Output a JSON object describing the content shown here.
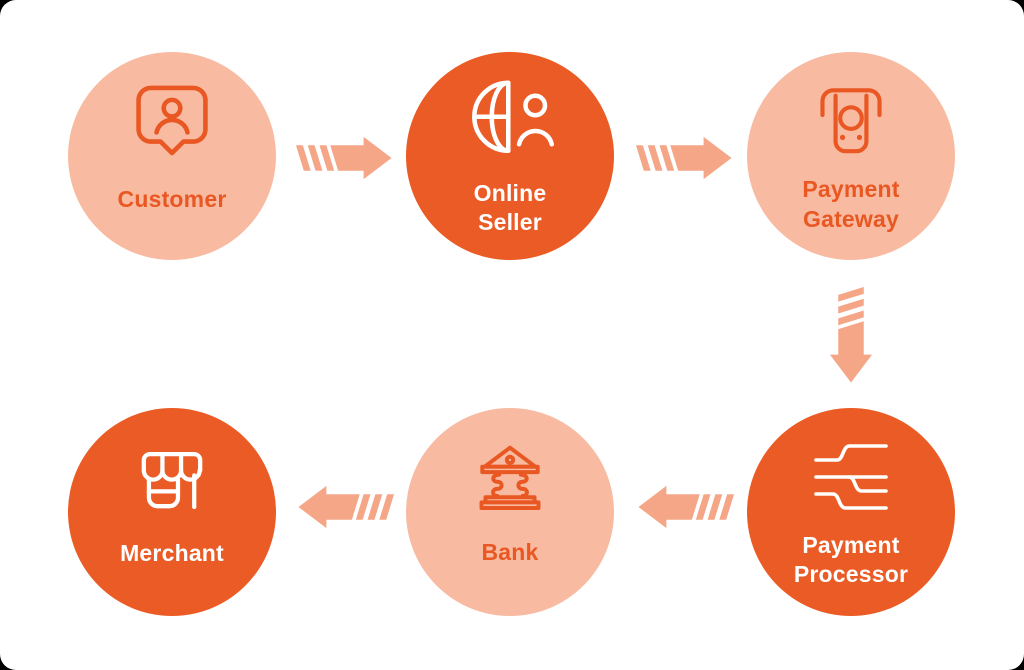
{
  "colors": {
    "background": "#000000",
    "surface": "#FFFFFF",
    "orange": "#EB5B25",
    "peach": "#F8BBA2",
    "arrow": "#F4A687",
    "text_on_solid": "#FFFFFF",
    "text_on_peach": "#E95722"
  },
  "diagram": {
    "type": "payment-flow",
    "nodes": [
      {
        "label": "Customer",
        "icon": "chat-user-icon",
        "variant": "peach"
      },
      {
        "label": "Online\nSeller",
        "icon": "globe-user-icon",
        "variant": "orange"
      },
      {
        "label": "Payment\nGateway",
        "icon": "card-slot-icon",
        "variant": "peach"
      },
      {
        "label": "Payment\nProcessor",
        "icon": "routing-lines-icon",
        "variant": "orange"
      },
      {
        "label": "Bank",
        "icon": "bank-building-icon",
        "variant": "peach"
      },
      {
        "label": "Merchant",
        "icon": "storefront-icon",
        "variant": "orange"
      }
    ],
    "arrows": [
      {
        "from": "Customer",
        "to": "Online Seller",
        "direction": "right",
        "style": "striped-tail"
      },
      {
        "from": "Online Seller",
        "to": "Payment Gateway",
        "direction": "right",
        "style": "striped-tail"
      },
      {
        "from": "Payment Gateway",
        "to": "Payment Processor",
        "direction": "down",
        "style": "striped-tail"
      },
      {
        "from": "Payment Processor",
        "to": "Bank",
        "direction": "left",
        "style": "striped-tail"
      },
      {
        "from": "Bank",
        "to": "Merchant",
        "direction": "left",
        "style": "striped-tail"
      }
    ]
  }
}
